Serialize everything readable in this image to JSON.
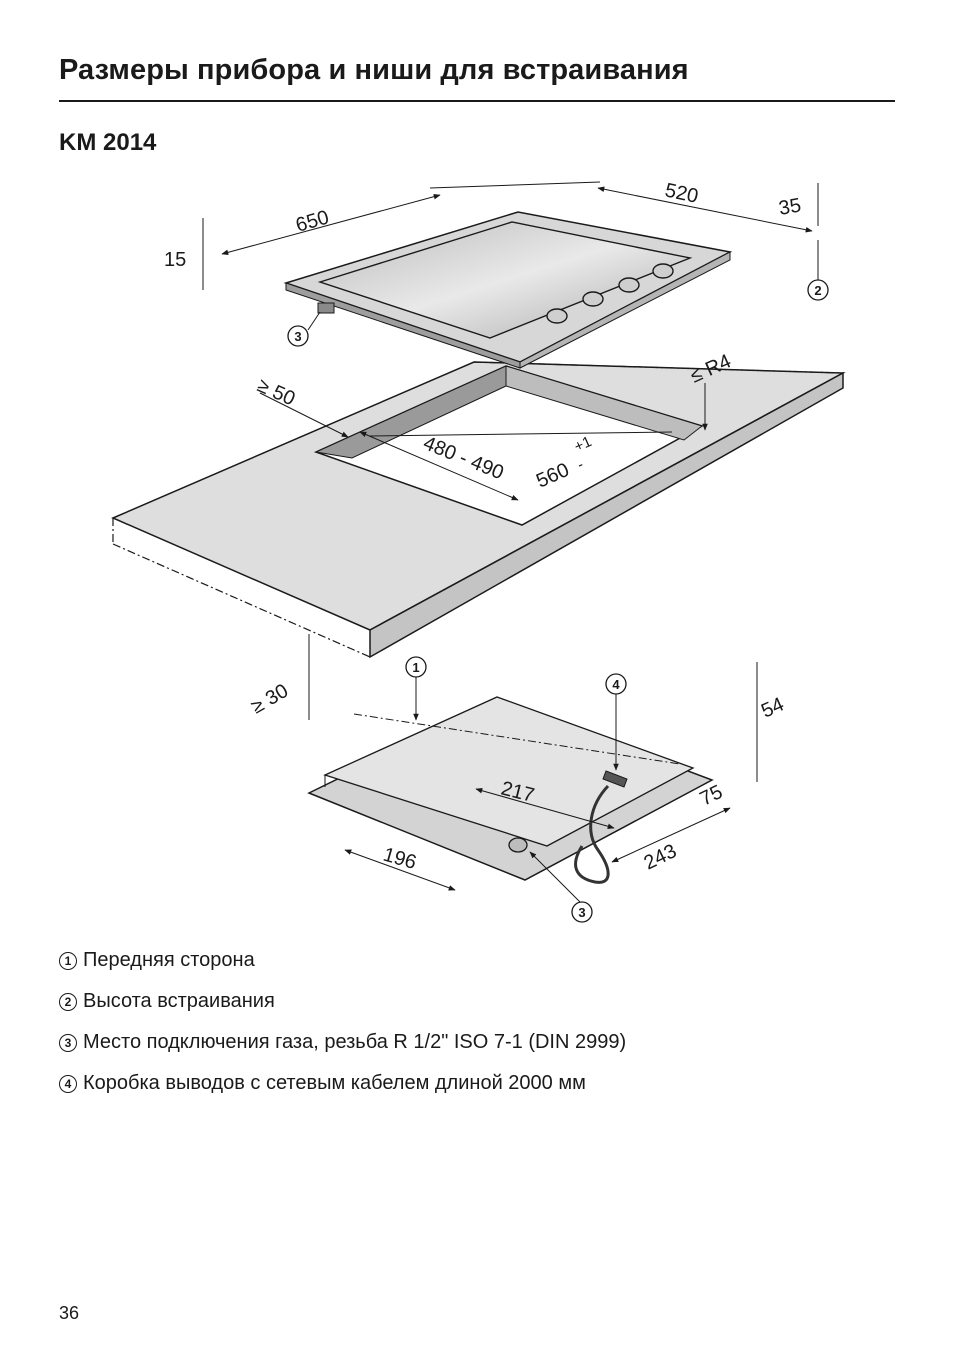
{
  "page": {
    "title": "Размеры прибора и ниши для встраивания",
    "model": "KM 2014",
    "page_number": "36"
  },
  "figure": {
    "dimensions": {
      "depth": "650",
      "width": "520",
      "rim": "35",
      "frame_height": "15",
      "gap_front": "≥ 50",
      "radius": "≤ R4",
      "cutout_depth": "480 - 490",
      "cutout_width_base": "560",
      "cutout_width_tol_plus": "+1",
      "cutout_width_tol_minus": "-",
      "worktop_thickness": "≥ 30",
      "body_height": "54",
      "gas_offset": "217",
      "side_offset": "196",
      "box_offset": "75",
      "box_distance": "243"
    },
    "callouts": [
      "1",
      "2",
      "3",
      "4"
    ]
  },
  "legend": [
    {
      "num": "1",
      "text": "Передняя сторона"
    },
    {
      "num": "2",
      "text": "Высота встраивания"
    },
    {
      "num": "3",
      "text": "Место подключения газа, резьба R 1/2\" ISO 7-1 (DIN 2999)"
    },
    {
      "num": "4",
      "text": "Коробка выводов с сетевым кабелем длиной 2000 мм"
    }
  ]
}
